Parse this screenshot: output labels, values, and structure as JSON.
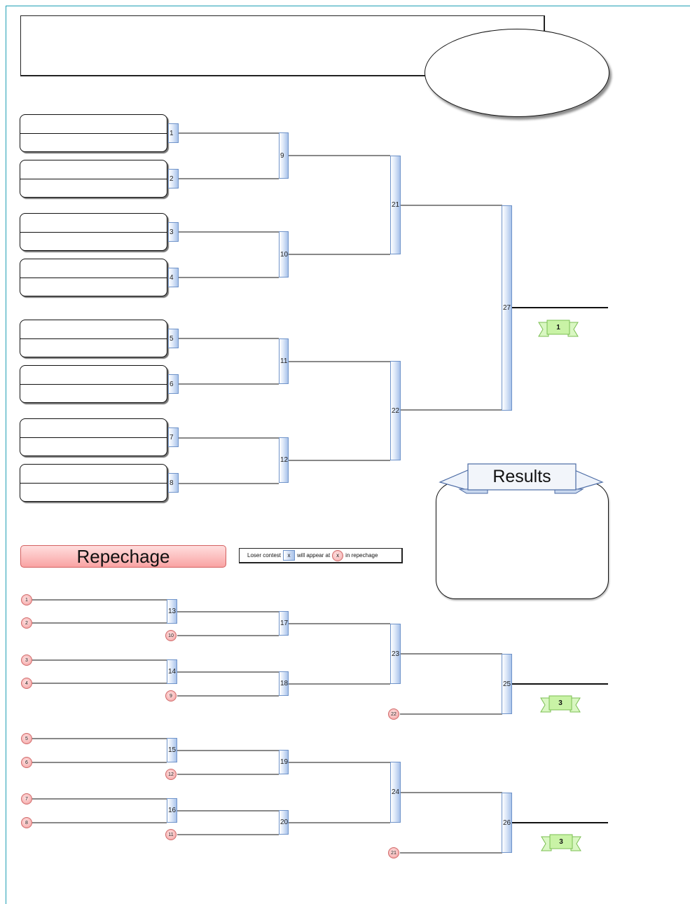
{
  "main_bracket": {
    "matches": [
      "1",
      "2",
      "3",
      "4",
      "5",
      "6",
      "7",
      "8",
      "9",
      "10",
      "11",
      "12",
      "21",
      "22",
      "27"
    ]
  },
  "repechage": {
    "title": "Repechage",
    "matches": [
      "13",
      "14",
      "15",
      "16",
      "17",
      "18",
      "19",
      "20",
      "23",
      "24",
      "25",
      "26"
    ],
    "badges": [
      "1",
      "2",
      "10",
      "3",
      "4",
      "9",
      "5",
      "6",
      "12",
      "7",
      "8",
      "11",
      "22",
      "21"
    ]
  },
  "legend": {
    "text_before": "Loser contest",
    "box_label": "x",
    "text_middle": "will appear at",
    "circle_label": "x",
    "text_after": "in repechage"
  },
  "results": {
    "title": "Results"
  },
  "places": {
    "first": "1",
    "third_a": "3",
    "third_b": "3"
  },
  "colors": {
    "frame": "#1f9fb4",
    "match_fill": "#a8c2ea",
    "badge_fill": "#f6b1b1",
    "repechage_fill": "#f9a3a3",
    "ribbon_fill": "#c9f3a6"
  }
}
